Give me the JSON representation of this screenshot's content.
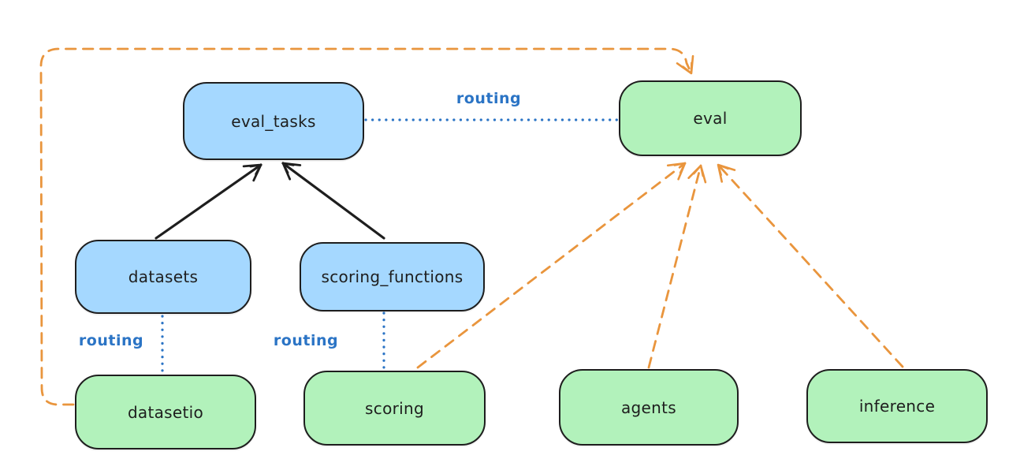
{
  "diagram": {
    "kind": "architecture-routing-diagram",
    "nodes": {
      "eval_tasks": {
        "label": "eval_tasks",
        "fill": "#a5d8ff",
        "category": "blue"
      },
      "eval": {
        "label": "eval",
        "fill": "#b2f2bb",
        "category": "green"
      },
      "datasets": {
        "label": "datasets",
        "fill": "#a5d8ff",
        "category": "blue"
      },
      "scoring_functions": {
        "label": "scoring_functions",
        "fill": "#a5d8ff",
        "category": "blue"
      },
      "datasetio": {
        "label": "datasetio",
        "fill": "#b2f2bb",
        "category": "green"
      },
      "scoring": {
        "label": "scoring",
        "fill": "#b2f2bb",
        "category": "green"
      },
      "agents": {
        "label": "agents",
        "fill": "#b2f2bb",
        "category": "green"
      },
      "inference": {
        "label": "inference",
        "fill": "#b2f2bb",
        "category": "green"
      }
    },
    "edges": [
      {
        "from": "datasets",
        "to": "eval_tasks",
        "style": "solid",
        "color": "black",
        "arrow": true,
        "label": ""
      },
      {
        "from": "scoring_functions",
        "to": "eval_tasks",
        "style": "solid",
        "color": "black",
        "arrow": true,
        "label": ""
      },
      {
        "from": "eval_tasks",
        "to": "eval",
        "style": "dotted",
        "color": "blue",
        "arrow": false,
        "label": "routing"
      },
      {
        "from": "datasets",
        "to": "datasetio",
        "style": "dotted",
        "color": "blue",
        "arrow": false,
        "label": "routing"
      },
      {
        "from": "scoring_functions",
        "to": "scoring",
        "style": "dotted",
        "color": "blue",
        "arrow": false,
        "label": "routing"
      },
      {
        "from": "datasetio",
        "to": "eval",
        "style": "dashed",
        "color": "orange",
        "arrow": true,
        "label": ""
      },
      {
        "from": "scoring",
        "to": "eval",
        "style": "dashed",
        "color": "orange",
        "arrow": true,
        "label": ""
      },
      {
        "from": "agents",
        "to": "eval",
        "style": "dashed",
        "color": "orange",
        "arrow": true,
        "label": ""
      },
      {
        "from": "inference",
        "to": "eval",
        "style": "dashed",
        "color": "orange",
        "arrow": true,
        "label": ""
      }
    ],
    "colors": {
      "blue_fill": "#a5d8ff",
      "green_fill": "#b2f2bb",
      "stroke": "#1e1e1e",
      "routing_blue": "#2b74c5",
      "orange": "#e9953d",
      "background": "#ffffff"
    }
  }
}
